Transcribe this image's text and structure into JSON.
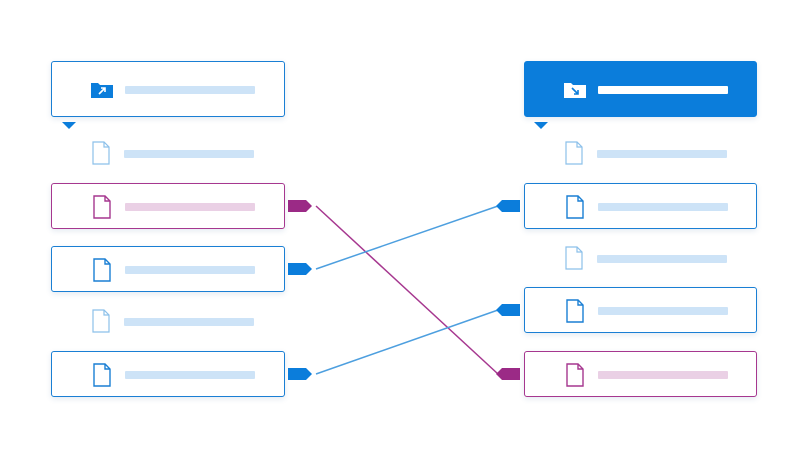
{
  "colors": {
    "accent": "#0b7ddb",
    "border": "#1a7fd4",
    "highlight": "#a6378f",
    "bar_light_blue": "#cde3f7",
    "bar_light_pink": "#ead0e5",
    "line_blue": "#4d9fdf",
    "line_purple": "#a6378f"
  },
  "left_panel": {
    "header": {
      "icon": "folder-export-icon",
      "state": "outlined"
    },
    "rows": [
      {
        "kind": "plain",
        "icon": "file-icon"
      },
      {
        "kind": "card",
        "icon": "file-icon",
        "state": "highlighted"
      },
      {
        "kind": "card",
        "icon": "file-icon",
        "state": "normal"
      },
      {
        "kind": "plain",
        "icon": "file-icon"
      },
      {
        "kind": "card",
        "icon": "file-icon",
        "state": "normal"
      }
    ]
  },
  "right_panel": {
    "header": {
      "icon": "folder-import-icon",
      "state": "active"
    },
    "rows": [
      {
        "kind": "plain",
        "icon": "file-icon"
      },
      {
        "kind": "card",
        "icon": "file-icon",
        "state": "normal"
      },
      {
        "kind": "plain",
        "icon": "file-icon"
      },
      {
        "kind": "card",
        "icon": "file-icon",
        "state": "normal"
      },
      {
        "kind": "card",
        "icon": "file-icon",
        "state": "highlighted"
      }
    ]
  },
  "connections": [
    {
      "from": "left-row-2",
      "to": "right-row-5",
      "color": "purple"
    },
    {
      "from": "left-row-3",
      "to": "right-row-2",
      "color": "blue"
    },
    {
      "from": "left-row-5",
      "to": "right-row-4",
      "color": "blue"
    }
  ]
}
